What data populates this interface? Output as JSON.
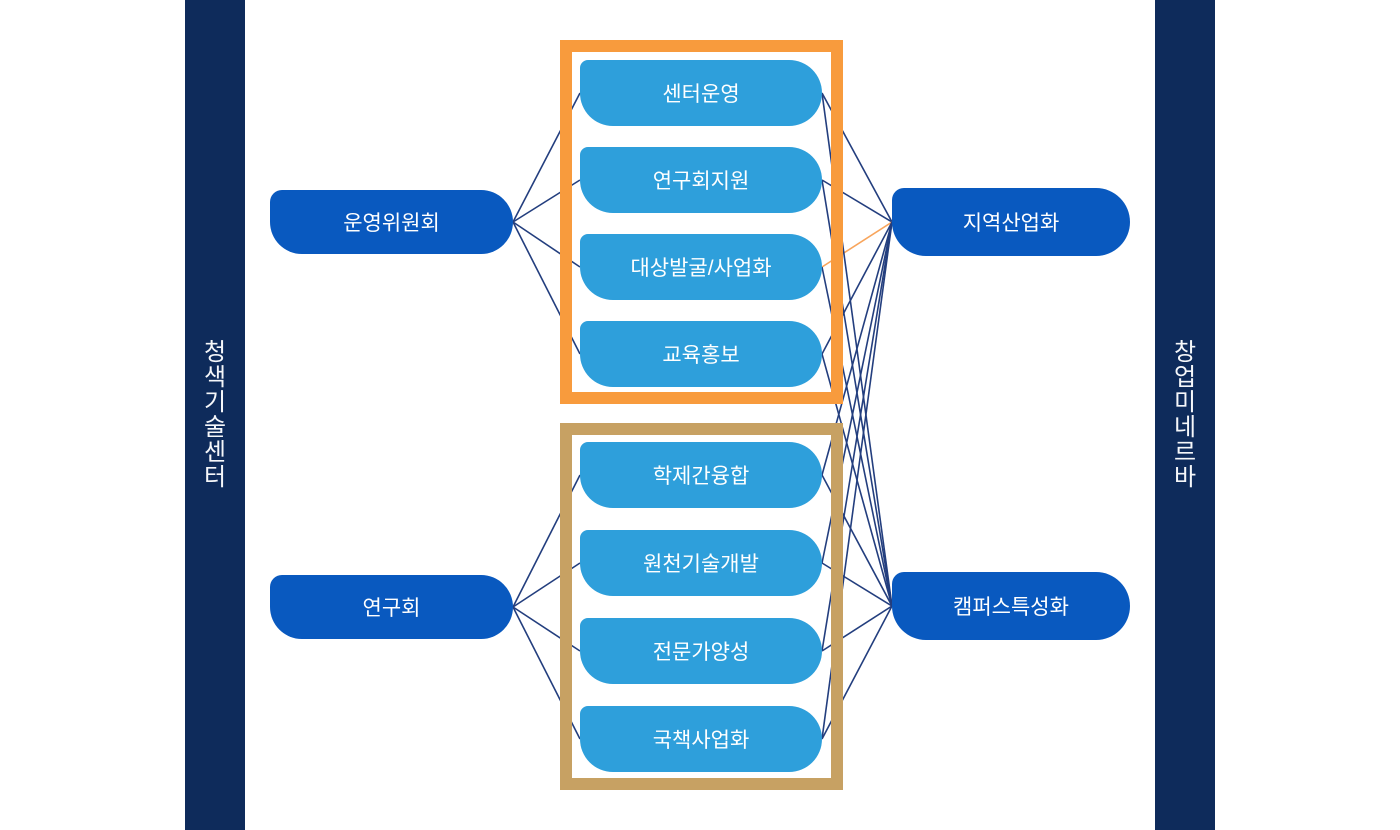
{
  "colors": {
    "bg": "#FFFFFF",
    "sidebar_navy": "#0E2B5B",
    "node_dark_blue": "#0959BF",
    "node_light_blue": "#2E9FDB",
    "group_top_border": "#F89B3D",
    "group_bottom_border": "#C7A163",
    "edge": "#233E7E",
    "edge_highlight": "#F8A55C",
    "text_white": "#FFFFFF"
  },
  "banners": {
    "left": "청색기술센터",
    "right": "창업미네르바"
  },
  "nodes": {
    "left": [
      {
        "id": "l0",
        "label": "운영위원회"
      },
      {
        "id": "l1",
        "label": "연구회"
      }
    ],
    "middle_top": [
      {
        "id": "mt0",
        "label": "센터운영"
      },
      {
        "id": "mt1",
        "label": "연구회지원"
      },
      {
        "id": "mt2",
        "label": "대상발굴/사업화"
      },
      {
        "id": "mt3",
        "label": "교육홍보"
      }
    ],
    "middle_bottom": [
      {
        "id": "mb0",
        "label": "학제간융합"
      },
      {
        "id": "mb1",
        "label": "원천기술개발"
      },
      {
        "id": "mb2",
        "label": "전문가양성"
      },
      {
        "id": "mb3",
        "label": "국책사업화"
      }
    ],
    "right": [
      {
        "id": "r0",
        "label": "지역산업화"
      },
      {
        "id": "r1",
        "label": "캠퍼스특성화"
      }
    ]
  },
  "edges": [
    {
      "from": "l0",
      "to": "mt0"
    },
    {
      "from": "l0",
      "to": "mt1"
    },
    {
      "from": "l0",
      "to": "mt2"
    },
    {
      "from": "l0",
      "to": "mt3"
    },
    {
      "from": "l1",
      "to": "mb0"
    },
    {
      "from": "l1",
      "to": "mb1"
    },
    {
      "from": "l1",
      "to": "mb2"
    },
    {
      "from": "l1",
      "to": "mb3"
    },
    {
      "from": "mt0",
      "to": "r0"
    },
    {
      "from": "mt1",
      "to": "r0"
    },
    {
      "from": "mt2",
      "to": "r0",
      "highlight": true
    },
    {
      "from": "mt3",
      "to": "r0"
    },
    {
      "from": "mt0",
      "to": "r1"
    },
    {
      "from": "mt1",
      "to": "r1"
    },
    {
      "from": "mt2",
      "to": "r1"
    },
    {
      "from": "mt3",
      "to": "r1"
    },
    {
      "from": "mb0",
      "to": "r0"
    },
    {
      "from": "mb1",
      "to": "r0"
    },
    {
      "from": "mb2",
      "to": "r0"
    },
    {
      "from": "mb3",
      "to": "r0"
    },
    {
      "from": "mb0",
      "to": "r1"
    },
    {
      "from": "mb1",
      "to": "r1"
    },
    {
      "from": "mb2",
      "to": "r1"
    },
    {
      "from": "mb3",
      "to": "r1"
    }
  ]
}
